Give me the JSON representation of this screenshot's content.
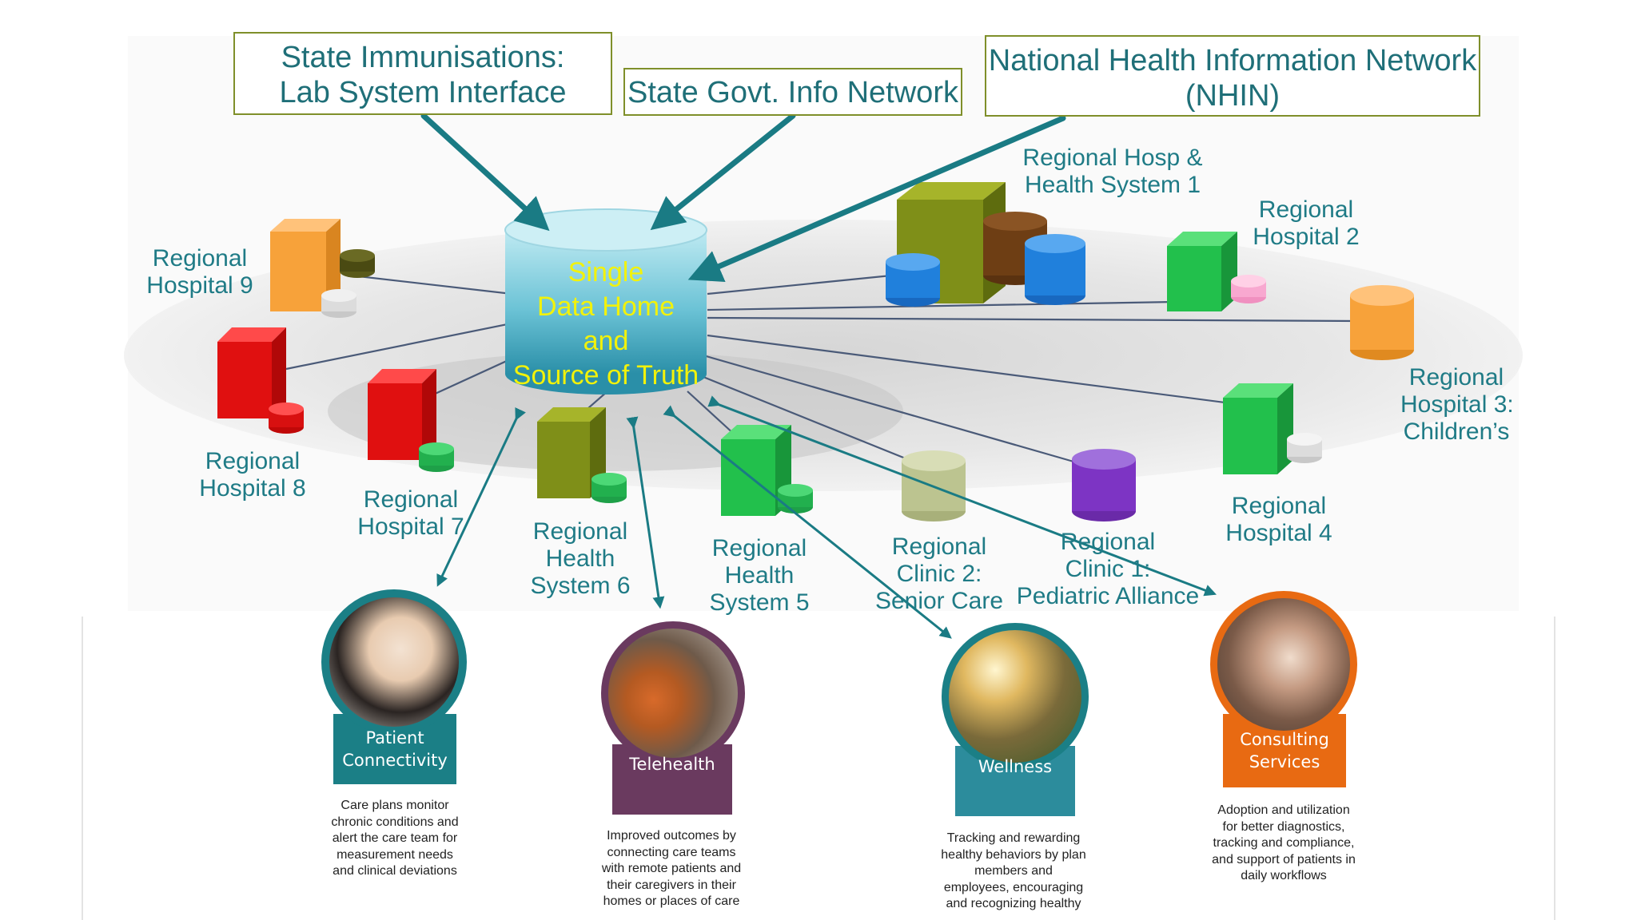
{
  "top_boxes": {
    "state_immunisations": [
      "State Immunisations:",
      "Lab System Interface"
    ],
    "state_govt": [
      "State Govt. Info Network"
    ],
    "nhin": [
      "National Health Information Network",
      "(NHIN)"
    ]
  },
  "core": {
    "lines": [
      "Single",
      "Data Home",
      "and",
      "Source of Truth"
    ],
    "colors": {
      "text": "#f2f20a",
      "cylinder_top": "#bfeaf2",
      "cylinder_bottom": "#2a8fa8"
    }
  },
  "nodes": {
    "hospital_9": [
      "Regional",
      "Hospital 9"
    ],
    "hospital_8": [
      "Regional",
      "Hospital 8"
    ],
    "hospital_7": [
      "Regional",
      "Hospital 7"
    ],
    "health_system_6": [
      "Regional",
      "Health",
      "System 6"
    ],
    "health_system_5": [
      "Regional",
      "Health",
      "System 5"
    ],
    "clinic_2": [
      "Regional",
      "Clinic 2:",
      "Senior Care"
    ],
    "clinic_1": [
      "Regional",
      "Clinic 1:",
      "Pediatric Alliance"
    ],
    "hospital_4": [
      "Regional",
      "Hospital 4"
    ],
    "hospital_3": [
      "Regional",
      "Hospital 3:",
      "Children’s"
    ],
    "hospital_2": [
      "Regional",
      "Hospital 2"
    ],
    "hosp_health_system_1": [
      "Regional Hosp &",
      "Health System 1"
    ]
  },
  "services": {
    "patient_connectivity": {
      "label": [
        "Patient",
        "Connectivity"
      ],
      "color": "#1b7f86",
      "ring": "#1b7f86",
      "description": [
        "Care plans monitor",
        "chronic conditions and",
        "alert the care team for",
        "measurement needs",
        "and clinical deviations"
      ]
    },
    "telehealth": {
      "label": [
        "Telehealth"
      ],
      "color": "#6a3a5f",
      "ring": "#6a3a5f",
      "description": [
        "Improved outcomes by",
        "connecting care teams",
        "with remote patients and",
        "their caregivers in their",
        "homes or places of care"
      ]
    },
    "wellness": {
      "label": [
        "Wellness"
      ],
      "color": "#2c8c9c",
      "ring": "#1b7f86",
      "description": [
        "Tracking and rewarding",
        "healthy behaviors by plan",
        "members and",
        "employees, encouraging",
        "and recognizing healthy"
      ]
    },
    "consulting": {
      "label": [
        "Consulting",
        "Services"
      ],
      "color": "#e86a12",
      "ring": "#e86a12",
      "description": [
        "Adoption and utilization",
        "for better diagnostics,",
        "tracking and compliance,",
        "and support of patients in",
        "daily workflows"
      ]
    }
  },
  "colors": {
    "label_text": "#1f7b86",
    "box_border": "#7f8f2a",
    "arrow": "#1a7b84",
    "connector": "#4a5a78"
  }
}
